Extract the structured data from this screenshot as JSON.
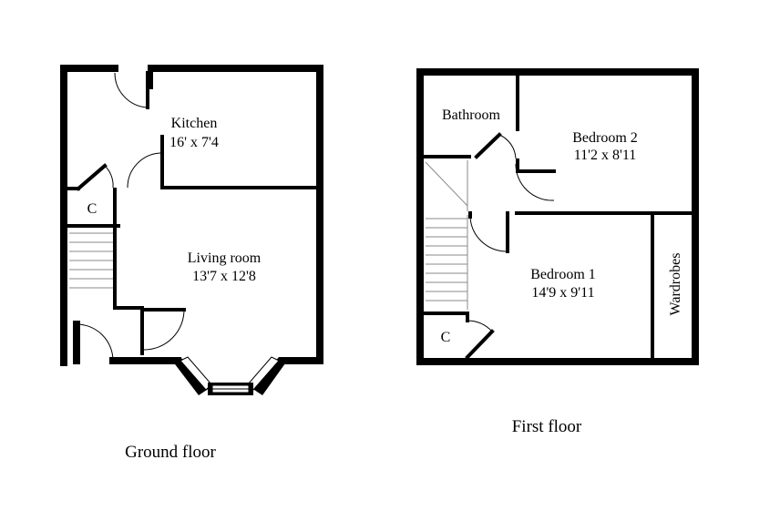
{
  "ground_floor": {
    "caption": "Ground floor",
    "kitchen": {
      "name": "Kitchen",
      "size": "16' x 7'4"
    },
    "living_room": {
      "name": "Living room",
      "size": "13'7 x 12'8"
    },
    "cupboard": {
      "name": "C"
    }
  },
  "first_floor": {
    "caption": "First floor",
    "bathroom": {
      "name": "Bathroom"
    },
    "bedroom_2": {
      "name": "Bedroom 2",
      "size": "11'2 x 8'11"
    },
    "bedroom_1": {
      "name": "Bedroom 1",
      "size": "14'9 x 9'11"
    },
    "wardrobes": {
      "name": "Wardrobes"
    },
    "cupboard": {
      "name": "C"
    }
  }
}
